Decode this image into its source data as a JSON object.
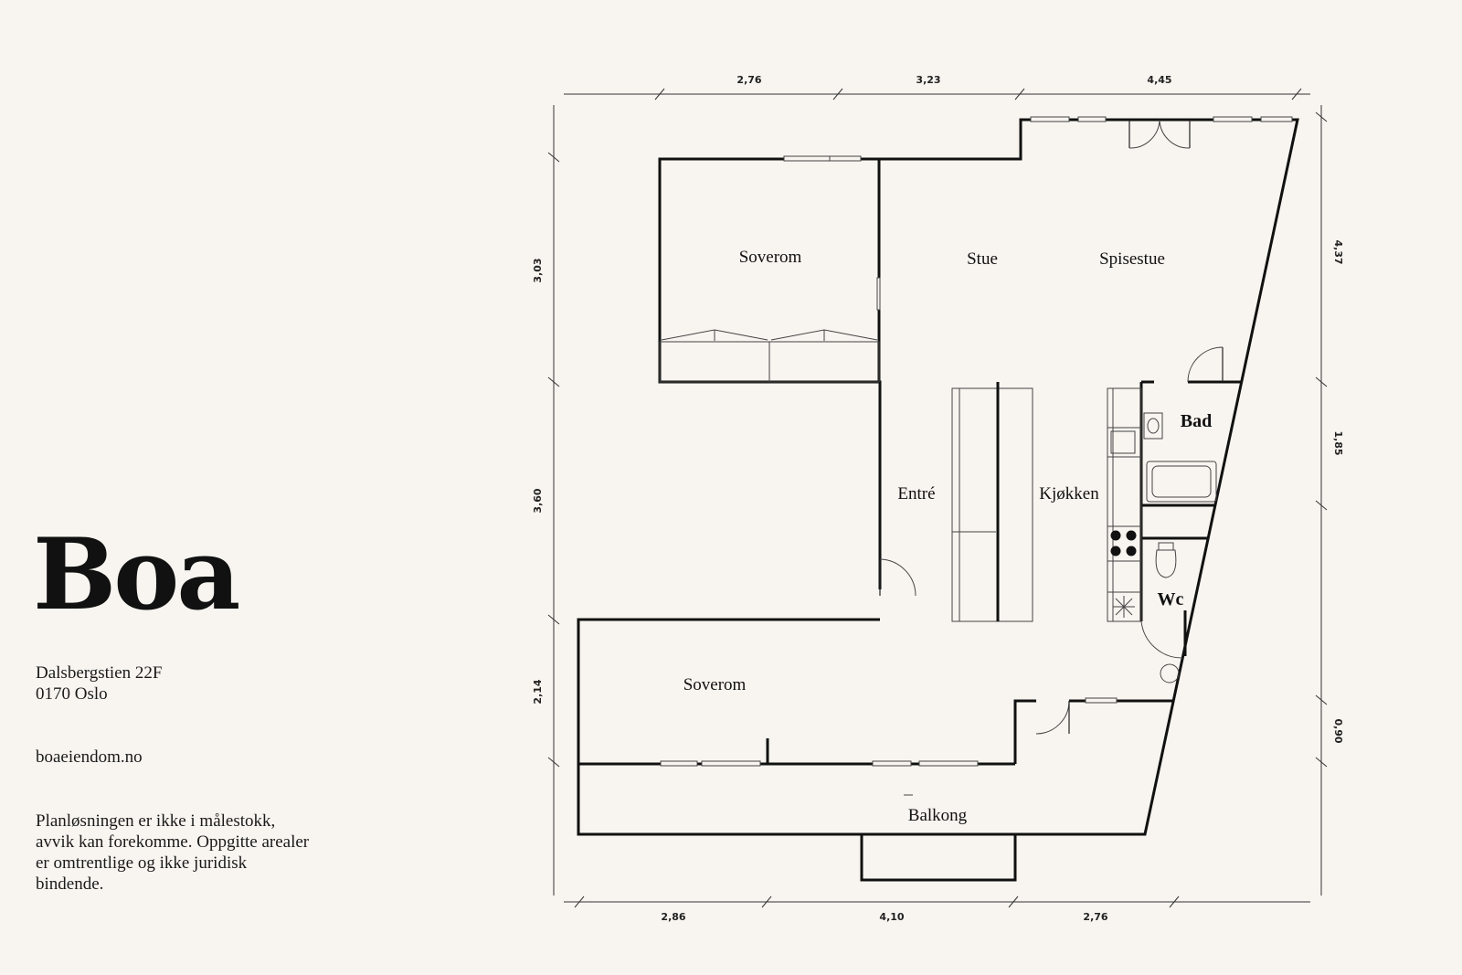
{
  "brand": {
    "name": "Boa"
  },
  "address": {
    "street": "Dalsbergstien 22F",
    "city": "0170 Oslo"
  },
  "website": "boaeiendom.no",
  "disclaimer": "Planløsningen er ikke i målestokk, avvik kan forekomme. Oppgitte arealer er omtrentlige og ikke juridisk bindende.",
  "rooms": {
    "soverom_top": "Soverom",
    "stue": "Stue",
    "spisestue": "Spisestue",
    "bad": "Bad",
    "entre": "Entré",
    "kjokken": "Kjøkken",
    "wc": "Wc",
    "soverom_bottom": "Soverom",
    "balkong": "Balkong"
  },
  "dimensions": {
    "top": [
      "2,76",
      "3,23",
      "4,45"
    ],
    "bottom": [
      "2,86",
      "4,10",
      "2,76"
    ],
    "left": [
      "3,03",
      "3,60",
      "2,14"
    ],
    "right": [
      "4,37",
      "1,85",
      "0,90"
    ]
  },
  "colors": {
    "background": "#f8f5f0",
    "ink": "#111111"
  }
}
